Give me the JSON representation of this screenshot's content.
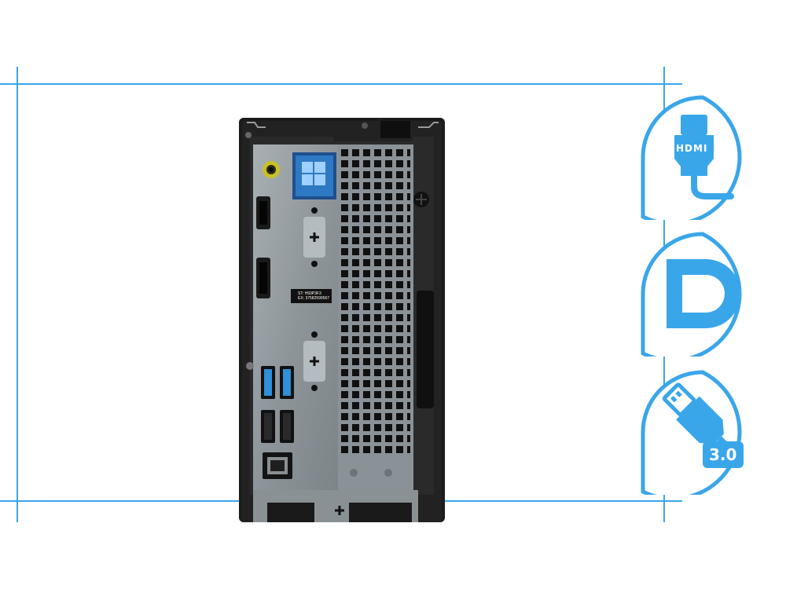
{
  "image": {
    "subject": "small-form-factor desktop computer rear panel",
    "accent_color": "#3aa6ea",
    "chassis_color": "#1a1a1a",
    "panel_color": "#8f979c"
  },
  "service_tag": {
    "line1": "ST: H93P3F3",
    "line2": "EX: 37582599567"
  },
  "badges": [
    {
      "name": "hdmi",
      "icon": "hdmi-icon",
      "text": "HDMI"
    },
    {
      "name": "displayport",
      "icon": "displayport-icon",
      "text": ""
    },
    {
      "name": "usb-3",
      "icon": "usb-icon",
      "text": "3.0"
    }
  ]
}
